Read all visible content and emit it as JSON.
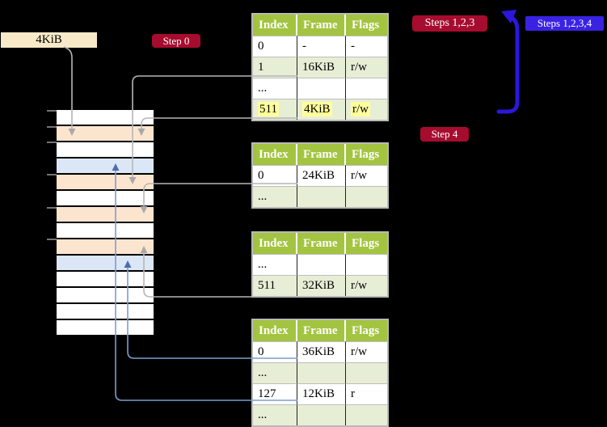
{
  "labels": {
    "page_size": "4KiB",
    "step0": "Step 0",
    "steps123": "Steps 1,2,3",
    "steps1234": "Steps 1,2,3,4",
    "step4": "Step 4"
  },
  "memory_column": {
    "rows": [
      {
        "tone": "white"
      },
      {
        "tone": "orange"
      },
      {
        "tone": "white"
      },
      {
        "tone": "blue"
      },
      {
        "tone": "orange"
      },
      {
        "tone": "white"
      },
      {
        "tone": "orange"
      },
      {
        "tone": "white"
      },
      {
        "tone": "orange"
      },
      {
        "tone": "blue"
      },
      {
        "tone": "white"
      },
      {
        "tone": "white"
      },
      {
        "tone": "white"
      },
      {
        "tone": "white"
      }
    ]
  },
  "page_tables": [
    {
      "headers": [
        "Index",
        "Frame",
        "Flags"
      ],
      "rows": [
        {
          "index": "0",
          "frame": "-",
          "flags": "-",
          "tone": "plain"
        },
        {
          "index": "1",
          "frame": "16KiB",
          "flags": "r/w",
          "tone": "alt"
        },
        {
          "index": "...",
          "frame": "",
          "flags": "",
          "tone": "plain"
        },
        {
          "index": "511",
          "frame": "4KiB",
          "flags": "r/w",
          "tone": "alt",
          "hl": "hlrow"
        }
      ]
    },
    {
      "headers": [
        "Index",
        "Frame",
        "Flags"
      ],
      "rows": [
        {
          "index": "0",
          "frame": "24KiB",
          "flags": "r/w",
          "tone": "plain"
        },
        {
          "index": "...",
          "frame": "",
          "flags": "",
          "tone": "alt"
        }
      ]
    },
    {
      "headers": [
        "Index",
        "Frame",
        "Flags"
      ],
      "rows": [
        {
          "index": "...",
          "frame": "",
          "flags": "",
          "tone": "plain"
        },
        {
          "index": "511",
          "frame": "32KiB",
          "flags": "r/w",
          "tone": "alt"
        }
      ]
    },
    {
      "headers": [
        "Index",
        "Frame",
        "Flags"
      ],
      "rows": [
        {
          "index": "0",
          "frame": "36KiB",
          "flags": "r/w",
          "tone": "plain"
        },
        {
          "index": "...",
          "frame": "",
          "flags": "",
          "tone": "alt"
        },
        {
          "index": "127",
          "frame": "12KiB",
          "flags": "r",
          "tone": "plain"
        },
        {
          "index": "...",
          "frame": "",
          "flags": "",
          "tone": "alt"
        }
      ]
    }
  ],
  "colors": {
    "badge_red": "#a60c2e",
    "badge_blue": "#3a22e3",
    "header_green": "#a3c440",
    "row_green": "#e7eed6",
    "highlight_yellow": "#ffff9c",
    "frame_orange": "#fce5cf",
    "frame_blue": "#dbe7f6",
    "arrow_gray": "#b6b6b6",
    "arrow_blue": "#2b17dc",
    "connector_blue": "#7f9bcd"
  }
}
